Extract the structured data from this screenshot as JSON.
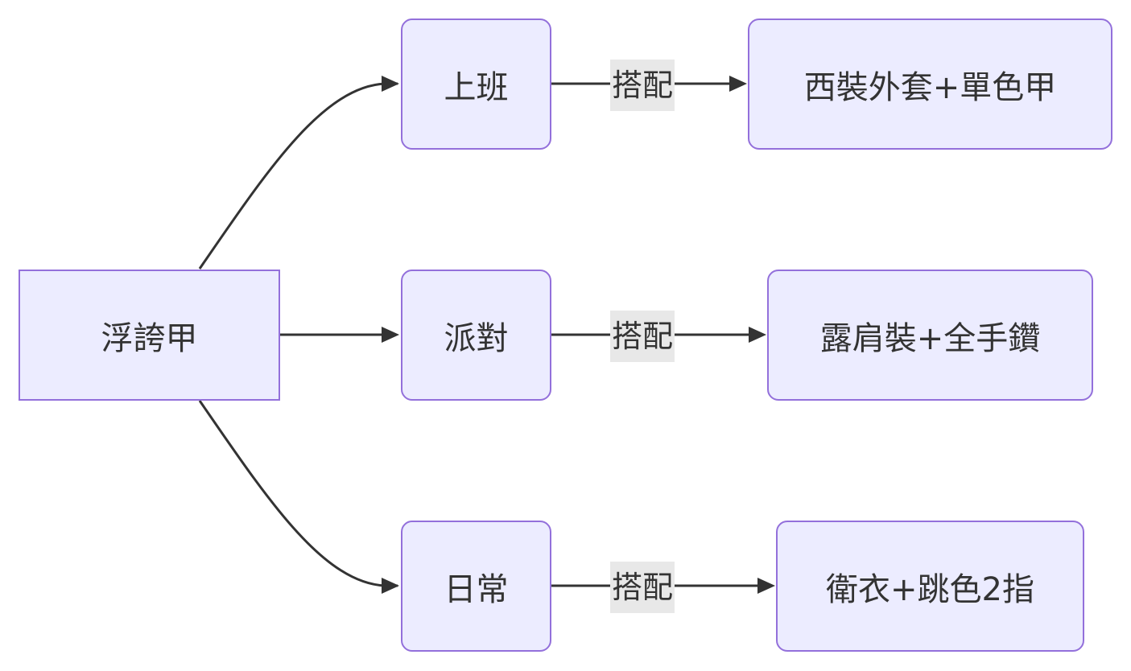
{
  "diagram": {
    "type": "flowchart",
    "direction": "LR",
    "root": {
      "id": "root",
      "label": "浮誇甲"
    },
    "branches": [
      {
        "id": "work",
        "label": "上班",
        "edge_label": "搭配",
        "result": "西裝外套+單色甲"
      },
      {
        "id": "party",
        "label": "派對",
        "edge_label": "搭配",
        "result": "露肩裝+全手鑽"
      },
      {
        "id": "casual",
        "label": "日常",
        "edge_label": "搭配",
        "result": "衛衣+跳色2指"
      }
    ]
  },
  "colors": {
    "node_fill": "#ECECFF",
    "node_border": "#9370DB",
    "text": "#333333",
    "edge": "#333333",
    "edge_label_bg": "#e8e8e8"
  }
}
